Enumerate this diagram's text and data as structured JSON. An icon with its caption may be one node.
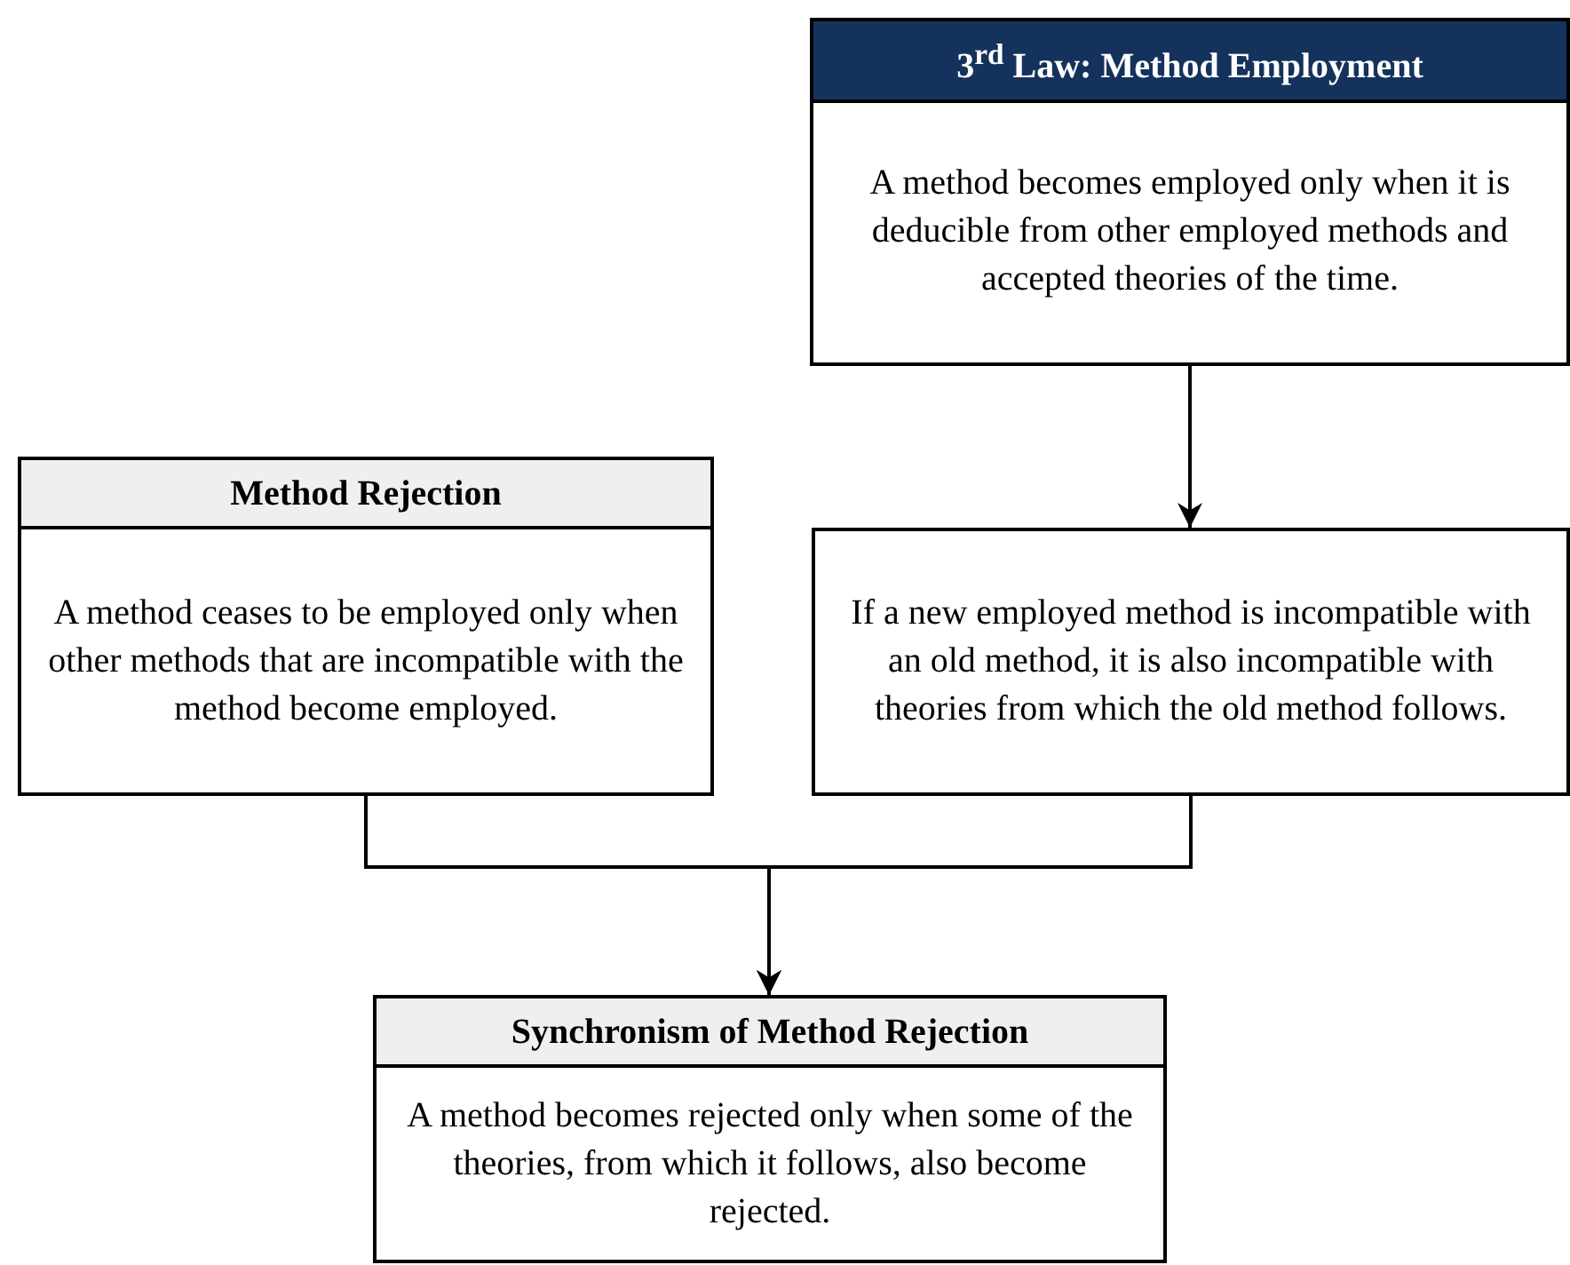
{
  "diagram": {
    "nodes": [
      {
        "text": [
          "3$^{rd}$ Law: Method Employment",
          "A method becomes employed only when it is deducible from other employed methods and accepted theories of the time."
        ]
      },
      {
        "text": [
          "Method Rejection",
          "A method ceases to be employed only when other methods that are incompatible with the method become employed."
        ]
      },
      {
        "text": [
          "If a new employed method is incompatible with an old method, it is also incompatible with theories from which the old method follows."
        ]
      },
      {
        "text": [
          "Synchronism of Method Rejection",
          "A method becomes rejected only when some of the theories, from which it follows, also become rejected."
        ]
      }
    ],
    "edges": [
      {
        "from": 0,
        "to": 2,
        "arrow": "to"
      },
      {
        "from": 1,
        "to": 3,
        "arrow": "to"
      },
      {
        "from": 2,
        "to": 3,
        "arrow": "to"
      }
    ]
  }
}
